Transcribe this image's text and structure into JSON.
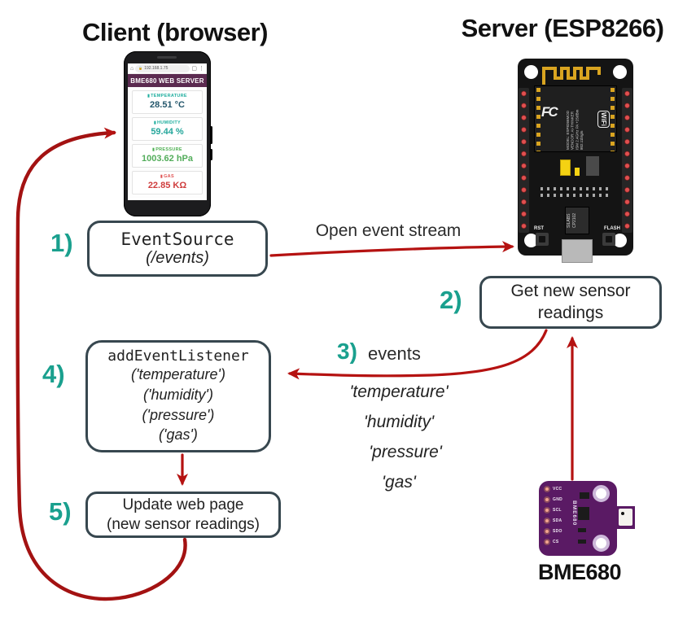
{
  "colors": {
    "arrow_red": "#b51211",
    "arrow_dark": "#a31212",
    "accent_teal": "#1aa08e",
    "box_border": "#37474f",
    "phone_header_bg": "#5b2a50",
    "esp_gold": "#d9a420",
    "bme_purple": "#5a1a64"
  },
  "titles": {
    "client": "Client (browser)",
    "server": "Server (ESP8266)"
  },
  "phone": {
    "url": "192.168.1.75",
    "header": "BME680 WEB SERVER",
    "cards": [
      {
        "icon": "thermometer-icon",
        "label": "TEMPERATURE",
        "value": "28.51 °C"
      },
      {
        "icon": "droplet-icon",
        "label": "HUMIDITY",
        "value": "59.44 %"
      },
      {
        "icon": "gauge-icon",
        "label": "PRESSURE",
        "value": "1003.62 hPa"
      },
      {
        "icon": "wind-icon",
        "label": "GAS",
        "value": "22.85 KΩ"
      }
    ]
  },
  "steps": {
    "s1": {
      "num": "1)",
      "line1": "EventSource",
      "line2": "(/events)"
    },
    "s2": {
      "num": "2)",
      "line1": "Get new sensor",
      "line2": "readings"
    },
    "s3": {
      "num": "3)",
      "label": "events"
    },
    "s4": {
      "num": "4)",
      "line1": "addEventListener",
      "args": [
        "('temperature')",
        "('humidity')",
        "('pressure')",
        "('gas')"
      ]
    },
    "s5": {
      "num": "5)",
      "line1": "Update web page",
      "line2": "(new sensor readings)"
    }
  },
  "arrow_labels": {
    "open_event_stream": "Open event stream"
  },
  "event_names": [
    "'temperature'",
    "'humidity'",
    "'pressure'",
    "'gas'"
  ],
  "esp_board": {
    "fcc": "FC",
    "wifi": "WiFi",
    "module_text": "MODEL: ESP8266MOD\nVENDOR: AI-THINKER\nISM 2.4GHz PA +25dBm\n802.11b/g/n",
    "usb_chip": "SILABS CP2102",
    "btn_rst": "RST",
    "btn_flash": "FLASH"
  },
  "bme680": {
    "board_text": "BME680",
    "pins": [
      "VCC",
      "GND",
      "SCL",
      "SDA",
      "SDO",
      "CS"
    ],
    "caption": "BME680"
  }
}
